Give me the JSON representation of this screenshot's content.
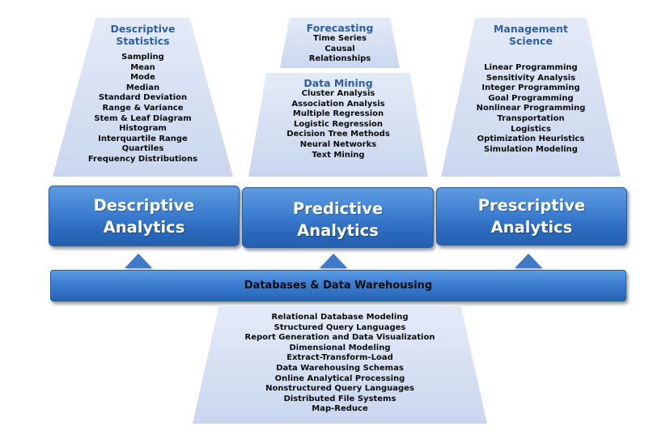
{
  "descriptive_stats": {
    "title": "Descriptive Statistics",
    "items": [
      "Sampling",
      "Mean",
      "Mode",
      "Median",
      "Standard Deviation",
      "Range & Variance",
      "Stem & Leaf Diagram",
      "Histogram",
      "Interquartile Range",
      "Quartiles",
      "Frequency Distributions"
    ]
  },
  "forecasting": {
    "title": "Forecasting",
    "items": [
      "Time Series",
      "Causal",
      "Relationships"
    ]
  },
  "data_mining": {
    "title": "Data Mining",
    "items": [
      "Cluster Analysis",
      "Association Analysis",
      "Multiple Regression",
      "Logistic Regression",
      "Decision Tree Methods",
      "Neural Networks",
      "Text Mining"
    ]
  },
  "management_science": {
    "title": "Management Science",
    "items": [
      "Linear Programming",
      "Sensitivity Analysis",
      "Integer Programming",
      "Goal Programming",
      "Nonlinear Programming",
      "Transportation",
      "Logistics",
      "Optimization Heuristics",
      "Simulation Modeling"
    ]
  },
  "pillars": {
    "descriptive": [
      "Descriptive",
      "Analytics"
    ],
    "predictive": [
      "Predictive",
      "Analytics"
    ],
    "prescriptive": [
      "Prescriptive",
      "Analytics"
    ]
  },
  "foundation": {
    "title": "Databases & Data Warehousing",
    "items": [
      "Relational Database Modeling",
      "Structured Query Languages",
      "Report Generation and Data Visualization",
      "Dimensional Modeling",
      "Extract-Transform-Load",
      "Data Warehousing Schemas",
      "Online Analytical Processing",
      "Nonstructured Query Languages",
      "Distributed File Systems",
      "Map-Reduce"
    ]
  },
  "colors": {
    "box_fill": "#d3def2",
    "title_blue": "#2f5fa5",
    "button_blue": "#3d7fd0"
  }
}
